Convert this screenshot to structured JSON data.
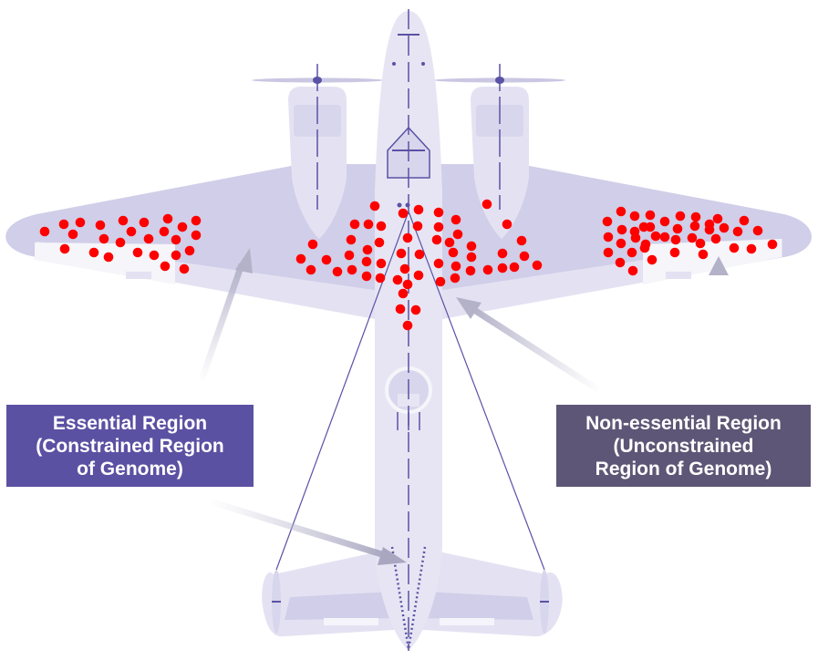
{
  "labels": {
    "essential": [
      "Essential Region",
      "(Constrained Region",
      "of Genome)"
    ],
    "non_essential": [
      "Non-essential Region",
      "(Unconstrained",
      "Region of Genome)"
    ]
  },
  "colors": {
    "essential_box": "#5b51a3",
    "non_essential_box": "#5e5676",
    "bullet_hole": "#ff0000",
    "fuselage": "#e7e5f3",
    "wing": "#d0cee8",
    "line": "#5a52a5"
  },
  "icons": [
    "airplane-icon",
    "bullet-hole-icon",
    "arrow-icon"
  ]
}
